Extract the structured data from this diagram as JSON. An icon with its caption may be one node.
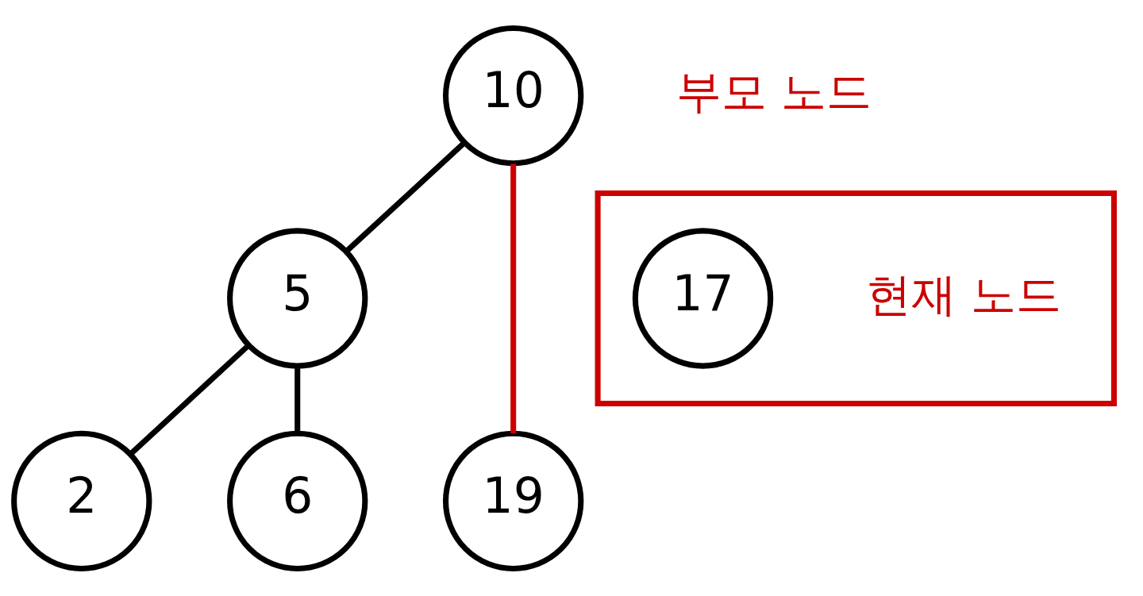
{
  "diagram": {
    "nodes": [
      {
        "text": [
          "10"
        ],
        "beside": [
          "부모 노드"
        ]
      },
      {
        "text": [
          "5"
        ]
      },
      {
        "text": [
          "2"
        ]
      },
      {
        "text": [
          "6"
        ]
      },
      {
        "text": [
          "19"
        ]
      },
      {
        "text": [],
        "shape": "box"
      },
      {
        "text": [
          "17"
        ],
        "in": 5,
        "beside": [
          "현재 노드"
        ]
      }
    ],
    "edges": [
      {
        "from": 0,
        "to": 1,
        "arrow": "none"
      },
      {
        "from": 1,
        "to": 2,
        "arrow": "none"
      },
      {
        "from": 1,
        "to": 3,
        "arrow": "none"
      },
      {
        "from": 0,
        "to": 4,
        "arrow": "none",
        "color": "#cc0000"
      }
    ]
  }
}
